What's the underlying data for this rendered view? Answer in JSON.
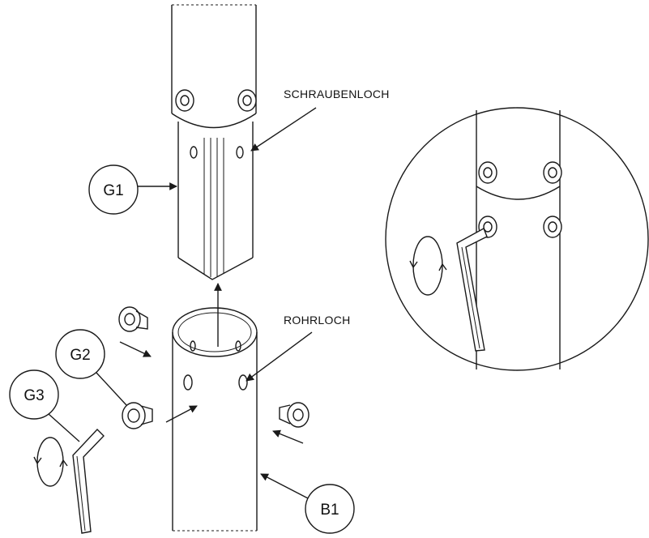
{
  "labels": {
    "screw_hole": "SCHRAUBENLOCH",
    "tube_hole": "ROHRLOCH"
  },
  "callouts": {
    "g1": "G1",
    "g2": "G2",
    "g3": "G3",
    "b1": "B1"
  },
  "colors": {
    "line": "#1a1a1a",
    "background": "#ffffff"
  }
}
